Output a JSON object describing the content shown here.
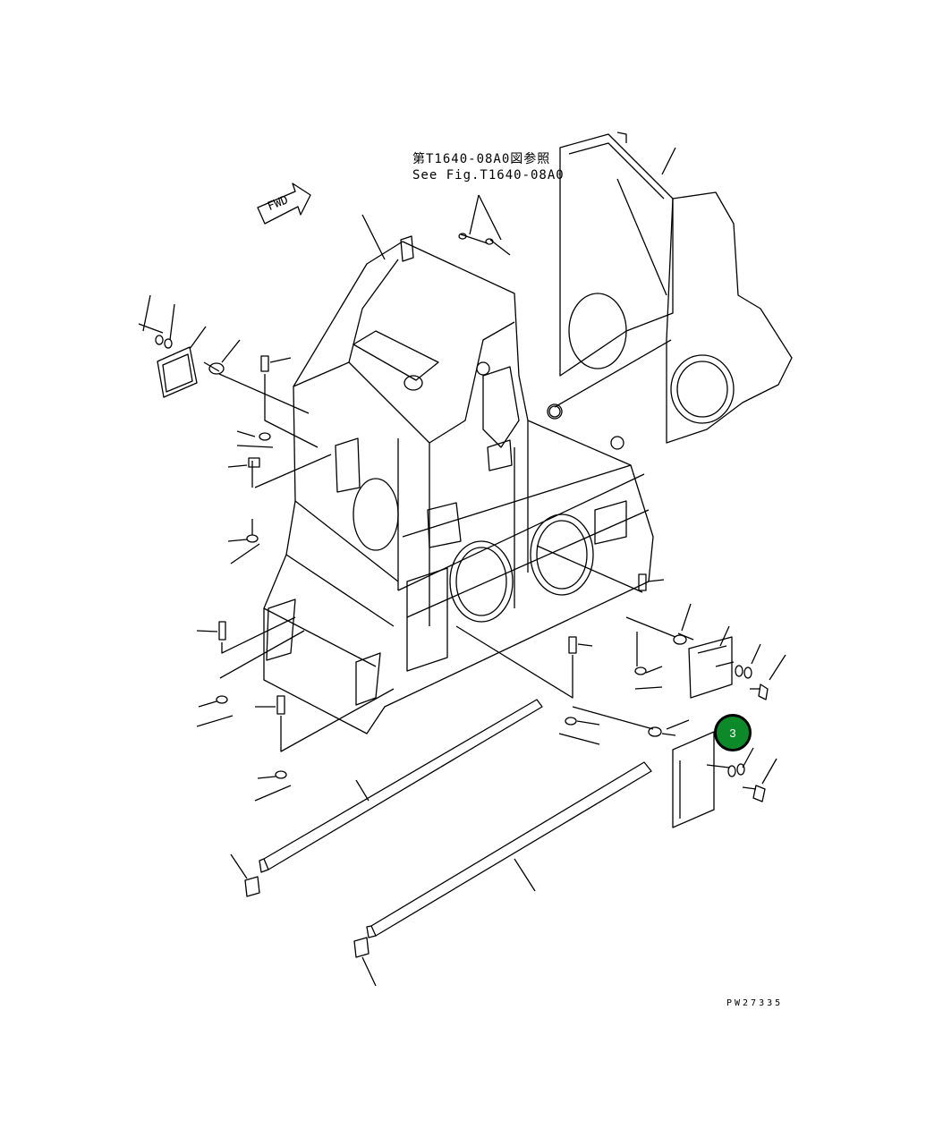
{
  "reference": {
    "line_jp": "第T1640-08A0図参照",
    "line_en": "See Fig.T1640-08A0"
  },
  "fwd_label": "FWD",
  "drawing_number": "PW27335",
  "callouts": [
    {
      "label": "3",
      "color": "#0c8a2a"
    }
  ]
}
